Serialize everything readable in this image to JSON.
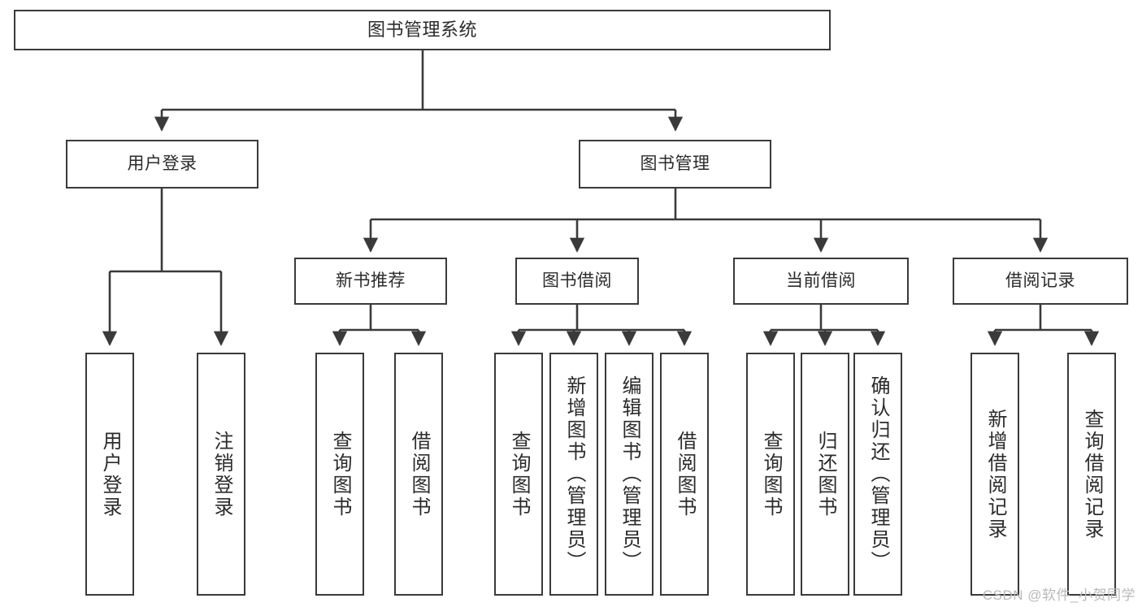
{
  "diagram": {
    "type": "tree",
    "title": "图书管理系统",
    "watermark": "CSDN @软件_小贺同学",
    "colors": {
      "stroke": "#3a3a3a",
      "text": "#2b2b2b",
      "background": "#ffffff",
      "watermark": "#b9b9b9"
    },
    "root": {
      "label": "图书管理系统"
    },
    "level2": [
      {
        "label": "用户登录"
      },
      {
        "label": "图书管理"
      }
    ],
    "level3": [
      {
        "label": "新书推荐"
      },
      {
        "label": "图书借阅"
      },
      {
        "label": "当前借阅"
      },
      {
        "label": "借阅记录"
      }
    ],
    "leaves": {
      "user_login": [
        {
          "label": "用户登录"
        },
        {
          "label": "注销登录"
        }
      ],
      "new_book_recommend": [
        {
          "label": "查询图书"
        },
        {
          "label": "借阅图书"
        }
      ],
      "book_borrow": [
        {
          "label": "查询图书"
        },
        {
          "label": "新增图书（管理员）"
        },
        {
          "label": "编辑图书（管理员）"
        },
        {
          "label": "借阅图书"
        }
      ],
      "current_borrow": [
        {
          "label": "查询图书"
        },
        {
          "label": "归还图书"
        },
        {
          "label": "确认归还（管理员）"
        }
      ],
      "borrow_records": [
        {
          "label": "新增借阅记录"
        },
        {
          "label": "查询借阅记录"
        }
      ]
    }
  }
}
